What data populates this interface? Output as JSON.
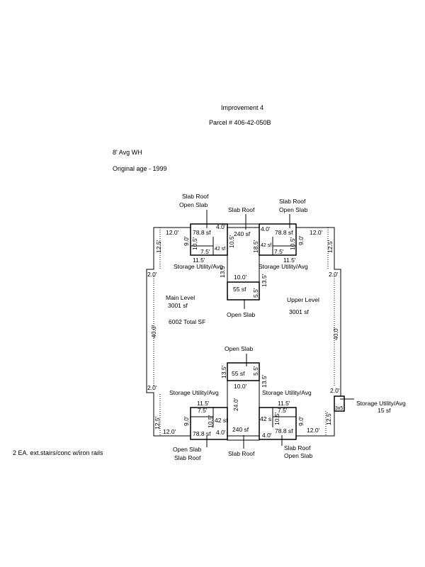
{
  "header": {
    "title": "Improvement 4",
    "parcel": "Parcel # 406-42-050B"
  },
  "notes": {
    "wall_height": "8' Avg WH",
    "original_age": "Original age - 1999",
    "stairs": "2 EA. ext.stairs/conc w/iron rails"
  },
  "summary": {
    "main_level": "Main Level",
    "main_sf": "3001 sf",
    "upper_level": "Upper Level",
    "upper_sf": "3001 sf",
    "total": "6002 Total SF"
  },
  "callouts": {
    "slab_roof": "Slab Roof",
    "open_slab": "Open Slab",
    "storage_utility": "Storage Utility/Avg",
    "storage_sf": "15 sf"
  },
  "areas": {
    "a788": "78.8 sf",
    "a240": "240 sf",
    "a42": "42 sf",
    "a55": "55 sf",
    "a42s": "42 s",
    "a3x5": "3x5"
  },
  "dims": {
    "d12": "12.0'",
    "d4": "4.0'",
    "d9": "9.0'",
    "d105": "10.5'",
    "d75": "7.5'",
    "d115": "11.5'",
    "d125": "12.5'",
    "d2": "2.0'",
    "d40": "40.0'",
    "d135": "13.5'",
    "d10": "10.0'",
    "d185": "18.5'",
    "d55": "5.5'",
    "d24": "24.0'"
  }
}
